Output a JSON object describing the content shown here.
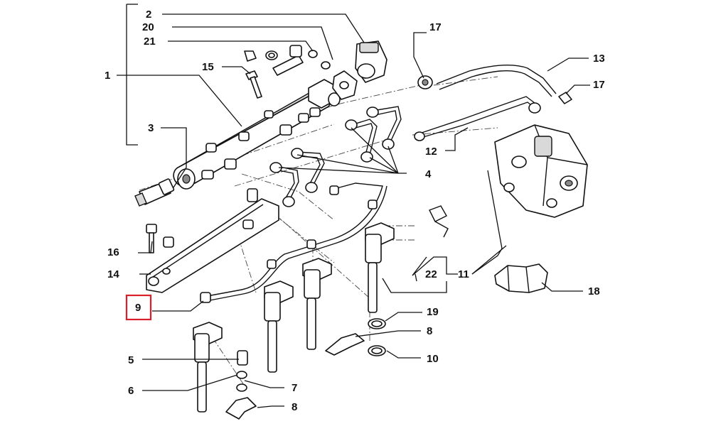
{
  "callouts": {
    "c1": "1",
    "c2": "2",
    "c3": "3",
    "c4": "4",
    "c5": "5",
    "c6": "6",
    "c7": "7",
    "c8a": "8",
    "c8b": "8",
    "c9": "9",
    "c10": "10",
    "c11": "11",
    "c12": "12",
    "c13": "13",
    "c14": "14",
    "c15": "15",
    "c16": "16",
    "c17a": "17",
    "c17b": "17",
    "c18": "18",
    "c19": "19",
    "c20": "20",
    "c21": "21",
    "c22": "22"
  },
  "highlight": {
    "callout": "9",
    "color": "#d91f2a"
  },
  "colors": {
    "line": "#111111",
    "highlight": "#d91f2a",
    "background": "#ffffff"
  }
}
